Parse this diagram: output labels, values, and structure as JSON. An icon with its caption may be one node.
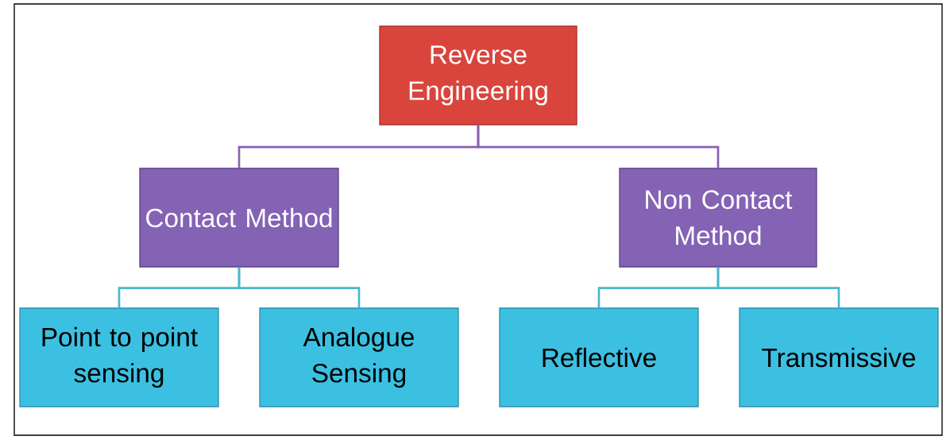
{
  "diagram": {
    "nodes": [
      {
        "text": [
          "Reverse Engineering"
        ]
      },
      {
        "text": [
          "Contact Method"
        ]
      },
      {
        "text": [
          "Non Contact Method"
        ]
      },
      {
        "text": [
          "Point to point sensing"
        ]
      },
      {
        "text": [
          "Analogue Sensing"
        ]
      },
      {
        "text": [
          "Reflective"
        ]
      },
      {
        "text": [
          "Transmissive"
        ]
      }
    ],
    "edges": [
      {
        "from": 0,
        "to": 1,
        "arrow": "none",
        "color": "#8a5fb0"
      },
      {
        "from": 0,
        "to": 2,
        "arrow": "none",
        "color": "#8a5fb0"
      },
      {
        "from": 1,
        "to": 3,
        "arrow": "none"
      },
      {
        "from": 1,
        "to": 4,
        "arrow": "none"
      },
      {
        "from": 2,
        "to": 5,
        "arrow": "none"
      },
      {
        "from": 2,
        "to": 6,
        "arrow": "none"
      }
    ]
  }
}
